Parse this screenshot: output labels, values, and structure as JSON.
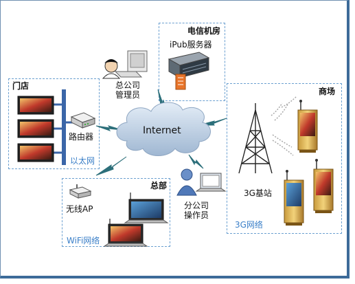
{
  "zones": {
    "telecom": {
      "title": "电信机房",
      "server_label": "iPub服务器"
    },
    "store": {
      "title": "门店",
      "router_label": "路由器",
      "network_label": "以太网"
    },
    "mall": {
      "title": "商场",
      "base_station_label": "3G基站",
      "network_label": "3G网络"
    },
    "hq": {
      "title": "总部",
      "ap_label": "无线AP",
      "network_label": "WiFi网络"
    }
  },
  "internet_label": "Internet",
  "admin": {
    "line1": "总公司",
    "line2": "管理员"
  },
  "operator": {
    "line1": "分公司",
    "line2": "操作员"
  },
  "colors": {
    "zone_border": "#6a9fd0",
    "cloud": "#b9cbe0",
    "network_text": "#3a7fc8",
    "frame": "#3d6b99"
  }
}
